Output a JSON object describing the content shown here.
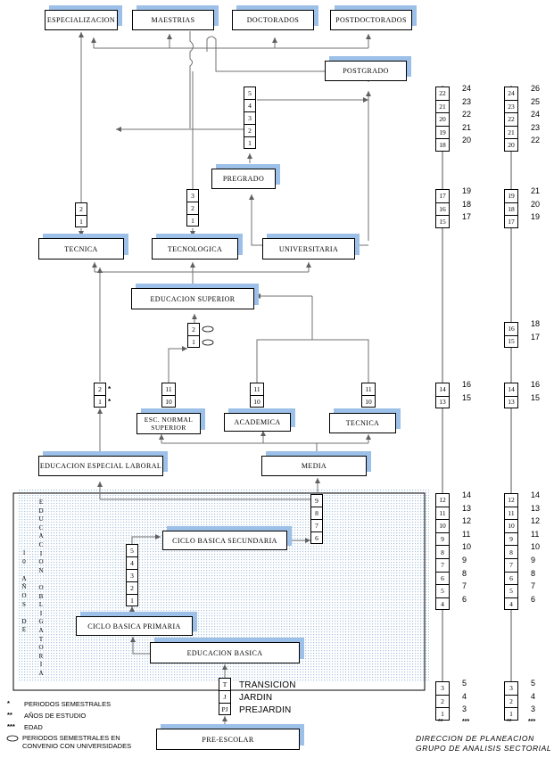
{
  "boxes": {
    "especializacion": "ESPECIALIZACION",
    "maestrias": "MAESTRIAS",
    "doctorados": "DOCTORADOS",
    "postdoctorados": "POSTDOCTORADOS",
    "postgrado": "POSTGRADO",
    "pregrado": "PREGRADO",
    "tecnica_sup": "TECNICA",
    "tecnologica": "TECNOLOGICA",
    "universitaria": "UNIVERSITARIA",
    "educacion_superior": "EDUCACION SUPERIOR",
    "esc_normal_1": "ESC. NORMAL",
    "esc_normal_2": "SUPERIOR",
    "academica": "ACADEMICA",
    "tecnica_media": "TECNICA",
    "educacion_especial": "EDUCACION ESPECIAL LABORAL",
    "media": "MEDIA",
    "ciclo_secundaria": "CICLO BASICA SECUNDARIA",
    "ciclo_primaria": "CICLO BASICA PRIMARIA",
    "educacion_basica": "EDUCACION BASICA",
    "pre_escolar": "PRE-ESCOLAR"
  },
  "stacks": {
    "postgrado_years": [
      "5",
      "4",
      "3",
      "2",
      "1"
    ],
    "tecnica_years": [
      "2",
      "1"
    ],
    "tecnologica_years": [
      "3",
      "2",
      "1"
    ],
    "sup_semesters": [
      "2",
      "1"
    ],
    "especial_years": [
      "2",
      "1"
    ],
    "normal_grades": [
      "11",
      "10"
    ],
    "academica_grades": [
      "11",
      "10"
    ],
    "tecmedia_grades": [
      "11",
      "10"
    ],
    "media_grades": [
      "9",
      "8",
      "7",
      "6"
    ],
    "primaria_grades": [
      "5",
      "4",
      "3",
      "2",
      "1"
    ],
    "preescolar_levels": [
      "T",
      "J",
      "PJ"
    ]
  },
  "preescolar_labels": [
    "TRANSICION",
    "JARDIN",
    "PREJARDIN"
  ],
  "vertical_text": {
    "left_letters": [
      "1",
      "0",
      "",
      "A",
      "Ñ",
      "O",
      "S",
      "",
      "D",
      "E"
    ],
    "right_letters": [
      "E",
      "D",
      "U",
      "C",
      "A",
      "C",
      "I",
      "O",
      "N",
      "",
      "O",
      "B",
      "L",
      "I",
      "G",
      "A",
      "T",
      "O",
      "R",
      "I",
      "A"
    ]
  },
  "scale1": {
    "g1": {
      "years": [
        "22",
        "21",
        "20",
        "19",
        "18"
      ],
      "ages": [
        "24",
        "23",
        "22",
        "21",
        "20"
      ]
    },
    "g2": {
      "years": [
        "17",
        "16",
        "15"
      ],
      "ages": [
        "19",
        "18",
        "17"
      ]
    },
    "g3": {
      "years": [
        "14",
        "13"
      ],
      "ages": [
        "16",
        "15"
      ]
    },
    "g4": {
      "years": [
        "12",
        "11",
        "10",
        "9",
        "8",
        "7",
        "6",
        "5",
        "4"
      ],
      "ages": [
        "14",
        "13",
        "12",
        "11",
        "10",
        "9",
        "8",
        "7",
        "6"
      ]
    },
    "g5": {
      "years": [
        "3",
        "2",
        "1"
      ],
      "ages": [
        "5",
        "4",
        "3"
      ]
    }
  },
  "scale2": {
    "g1": {
      "years": [
        "24",
        "23",
        "22",
        "21",
        "20"
      ],
      "ages": [
        "26",
        "25",
        "24",
        "23",
        "22"
      ]
    },
    "g2": {
      "years": [
        "19",
        "18",
        "17"
      ],
      "ages": [
        "21",
        "20",
        "19"
      ]
    },
    "g3": {
      "years": [
        "16",
        "15"
      ],
      "ages": [
        "18",
        "17"
      ]
    },
    "g4": {
      "years": [
        "14",
        "13"
      ],
      "ages": [
        "16",
        "15"
      ]
    },
    "g5": {
      "years": [
        "12",
        "11",
        "10",
        "9",
        "8",
        "7",
        "6",
        "5",
        "4"
      ],
      "ages": [
        "14",
        "13",
        "12",
        "11",
        "10",
        "9",
        "8",
        "7",
        "6"
      ]
    },
    "g6": {
      "years": [
        "3",
        "2",
        "1"
      ],
      "ages": [
        "5",
        "4",
        "3"
      ]
    }
  },
  "scale_footers": {
    "one": "**",
    "two": "***"
  },
  "marks": {
    "star": "*",
    "double_star": "**"
  },
  "legend": [
    {
      "sym": "*",
      "text": "PERIODOS SEMESTRALES"
    },
    {
      "sym": "**",
      "text": "AÑOS DE ESTUDIO"
    },
    {
      "sym": "***",
      "text": "EDAD"
    },
    {
      "sym": "",
      "text": "PERIODOS SEMESTRALES EN CONVENIO CON UNIVERSIDADES"
    }
  ],
  "credit": [
    "DIRECCION DE PLANEACION",
    "GRUPO DE ANALISIS SECTORIAL"
  ],
  "colors": {
    "shadow": "#9cc0e8",
    "shade": "#c8dcef",
    "line": "#707070"
  }
}
